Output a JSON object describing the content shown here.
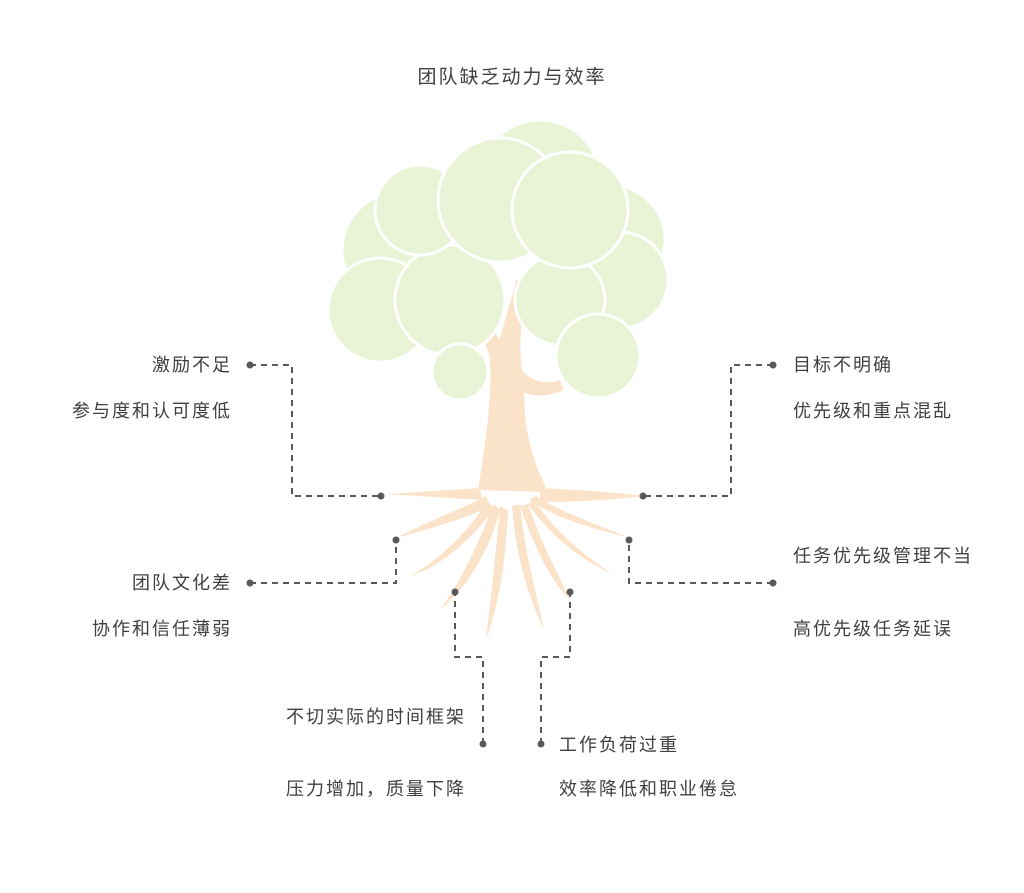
{
  "title": "团队缺乏动力与效率",
  "colors": {
    "canopy": "#e9f3d6",
    "canopy_stroke": "#ffffff",
    "trunk": "#fbe3c9",
    "connector": "#595959",
    "text": "#404040"
  },
  "causes": [
    {
      "id": "motivation",
      "label": "激励不足",
      "detail": "参与度和认可度低"
    },
    {
      "id": "goals",
      "label": "目标不明确",
      "detail": "优先级和重点混乱"
    },
    {
      "id": "culture",
      "label": "团队文化差",
      "detail": "协作和信任薄弱"
    },
    {
      "id": "priority",
      "label": "任务优先级管理不当",
      "detail": "高优先级任务延误"
    },
    {
      "id": "timeline",
      "label": "不切实际的时间框架",
      "detail": "压力增加，质量下降"
    },
    {
      "id": "workload",
      "label": "工作负荷过重",
      "detail": "效率降低和职业倦怠"
    }
  ]
}
